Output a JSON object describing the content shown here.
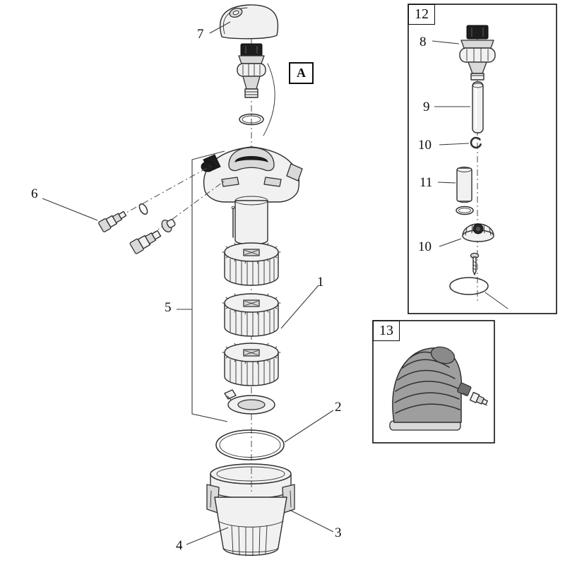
{
  "figure": {
    "type": "exploded-parts-diagram",
    "colors": {
      "background": "#ffffff",
      "line": "#2f2f2f",
      "dark_part": "#1d1d1d",
      "light_part": "#f1f1f1"
    }
  },
  "main_view": {
    "callouts": [
      {
        "id": "part-7-cover-cap",
        "label": "7"
      },
      {
        "id": "detail-a-valve",
        "label": "A"
      },
      {
        "id": "part-6-hose-connectors",
        "label": "6"
      },
      {
        "id": "part-5-inner-assembly",
        "label": "5"
      },
      {
        "id": "part-1-foam-stack",
        "label": "1"
      },
      {
        "id": "part-2-oring-large",
        "label": "2"
      },
      {
        "id": "part-3-latch",
        "label": "3"
      },
      {
        "id": "part-4-container",
        "label": "4"
      }
    ]
  },
  "inset_12": {
    "box_label": "12",
    "callouts": [
      {
        "id": "part-8-valve-head",
        "label": "8"
      },
      {
        "id": "part-9-tube",
        "label": "9"
      },
      {
        "id": "part-10-clip",
        "label": "10"
      },
      {
        "id": "part-11-glass",
        "label": "11"
      },
      {
        "id": "part-10-cap-nut",
        "label": "10"
      }
    ]
  },
  "inset_13": {
    "box_label": "13"
  }
}
